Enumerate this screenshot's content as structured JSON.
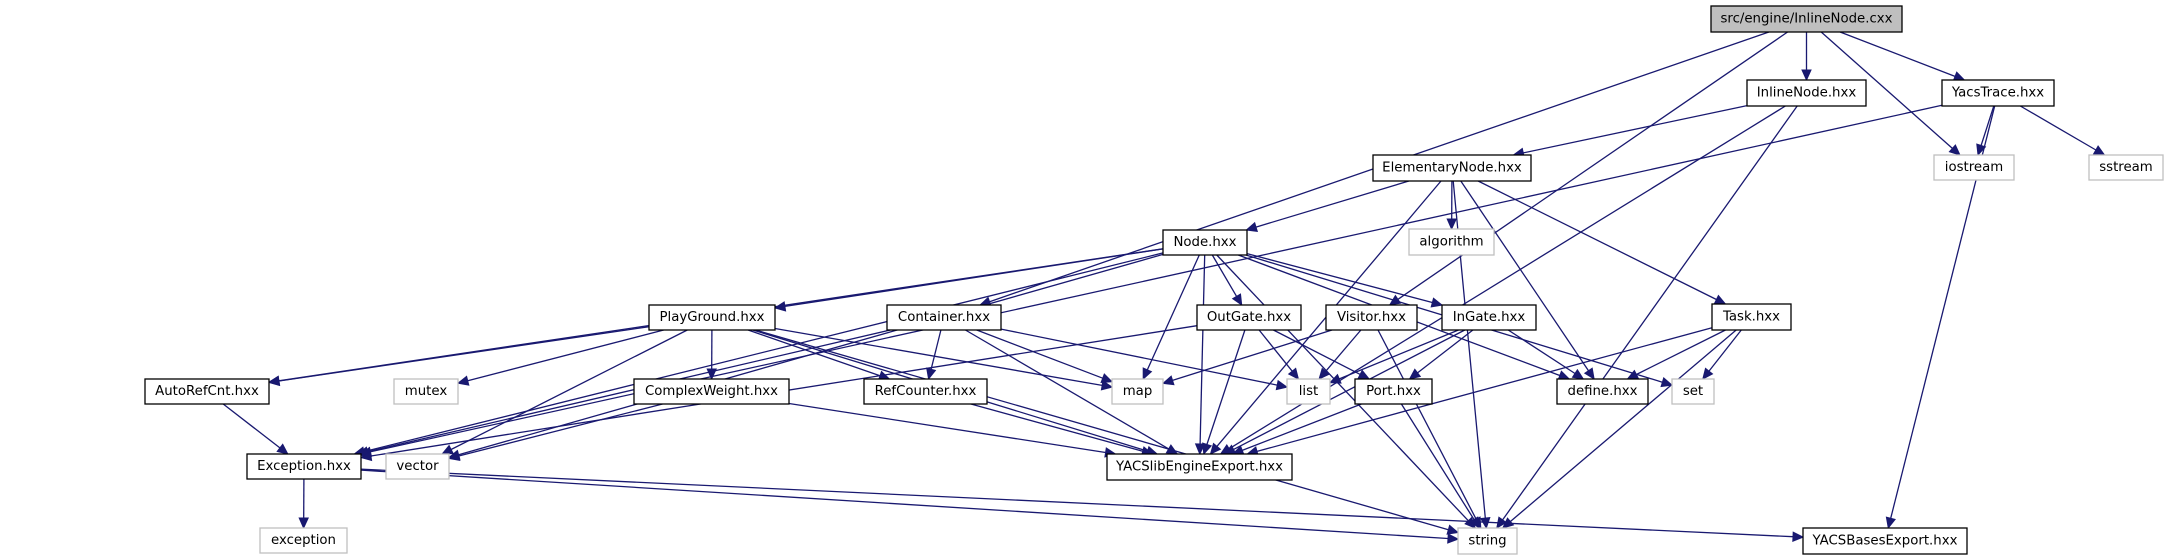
{
  "title": "src/engine/InlineNode.cxx",
  "colors": {
    "edge": "#191970",
    "root_fill": "#bfbfbf",
    "internal_border": "#000000",
    "external_border": "#bfbfbf"
  },
  "nodes": [
    {
      "id": "root",
      "label": "src/engine/InlineNode.cxx",
      "kind": "root"
    },
    {
      "id": "InlineNode",
      "label": "InlineNode.hxx",
      "kind": "internal"
    },
    {
      "id": "YacsTrace",
      "label": "YacsTrace.hxx",
      "kind": "internal"
    },
    {
      "id": "iostream",
      "label": "iostream",
      "kind": "external"
    },
    {
      "id": "sstream",
      "label": "sstream",
      "kind": "external"
    },
    {
      "id": "ElementaryNode",
      "label": "ElementaryNode.hxx",
      "kind": "internal"
    },
    {
      "id": "algorithm",
      "label": "algorithm",
      "kind": "external"
    },
    {
      "id": "Node",
      "label": "Node.hxx",
      "kind": "internal"
    },
    {
      "id": "PlayGround",
      "label": "PlayGround.hxx",
      "kind": "internal"
    },
    {
      "id": "Container",
      "label": "Container.hxx",
      "kind": "internal"
    },
    {
      "id": "OutGate",
      "label": "OutGate.hxx",
      "kind": "internal"
    },
    {
      "id": "Visitor",
      "label": "Visitor.hxx",
      "kind": "internal"
    },
    {
      "id": "InGate",
      "label": "InGate.hxx",
      "kind": "internal"
    },
    {
      "id": "Task",
      "label": "Task.hxx",
      "kind": "internal"
    },
    {
      "id": "AutoRefCnt",
      "label": "AutoRefCnt.hxx",
      "kind": "internal"
    },
    {
      "id": "mutex",
      "label": "mutex",
      "kind": "external"
    },
    {
      "id": "ComplexWeight",
      "label": "ComplexWeight.hxx",
      "kind": "internal"
    },
    {
      "id": "RefCounter",
      "label": "RefCounter.hxx",
      "kind": "internal"
    },
    {
      "id": "map",
      "label": "map",
      "kind": "external"
    },
    {
      "id": "list",
      "label": "list",
      "kind": "external"
    },
    {
      "id": "Port",
      "label": "Port.hxx",
      "kind": "internal"
    },
    {
      "id": "define",
      "label": "define.hxx",
      "kind": "internal"
    },
    {
      "id": "set",
      "label": "set",
      "kind": "external"
    },
    {
      "id": "Exception",
      "label": "Exception.hxx",
      "kind": "internal"
    },
    {
      "id": "vector",
      "label": "vector",
      "kind": "external"
    },
    {
      "id": "YACSlibEngineExport",
      "label": "YACSlibEngineExport.hxx",
      "kind": "internal"
    },
    {
      "id": "exception",
      "label": "exception",
      "kind": "external"
    },
    {
      "id": "string",
      "label": "string",
      "kind": "external"
    },
    {
      "id": "YACSBasesExport",
      "label": "YACSBasesExport.hxx",
      "kind": "internal"
    }
  ],
  "edges": [
    [
      "root",
      "InlineNode"
    ],
    [
      "root",
      "YacsTrace"
    ],
    [
      "root",
      "iostream"
    ],
    [
      "root",
      "Container"
    ],
    [
      "root",
      "Visitor"
    ],
    [
      "InlineNode",
      "ElementaryNode"
    ],
    [
      "InlineNode",
      "YACSlibEngineExport"
    ],
    [
      "InlineNode",
      "string"
    ],
    [
      "YacsTrace",
      "iostream"
    ],
    [
      "YacsTrace",
      "sstream"
    ],
    [
      "YacsTrace",
      "Exception"
    ],
    [
      "YacsTrace",
      "YACSBasesExport"
    ],
    [
      "ElementaryNode",
      "algorithm"
    ],
    [
      "ElementaryNode",
      "Node"
    ],
    [
      "ElementaryNode",
      "Task"
    ],
    [
      "ElementaryNode",
      "define"
    ],
    [
      "ElementaryNode",
      "YACSlibEngineExport"
    ],
    [
      "ElementaryNode",
      "string"
    ],
    [
      "Node",
      "PlayGround"
    ],
    [
      "Node",
      "OutGate"
    ],
    [
      "Node",
      "InGate"
    ],
    [
      "Node",
      "AutoRefCnt"
    ],
    [
      "Node",
      "Exception"
    ],
    [
      "Node",
      "vector"
    ],
    [
      "Node",
      "map"
    ],
    [
      "Node",
      "YACSlibEngineExport"
    ],
    [
      "Node",
      "define"
    ],
    [
      "Node",
      "set"
    ],
    [
      "Node",
      "string"
    ],
    [
      "PlayGround",
      "AutoRefCnt"
    ],
    [
      "PlayGround",
      "mutex"
    ],
    [
      "PlayGround",
      "ComplexWeight"
    ],
    [
      "PlayGround",
      "RefCounter"
    ],
    [
      "PlayGround",
      "map"
    ],
    [
      "PlayGround",
      "vector"
    ],
    [
      "PlayGround",
      "YACSlibEngineExport"
    ],
    [
      "PlayGround",
      "string"
    ],
    [
      "Container",
      "RefCounter"
    ],
    [
      "Container",
      "map"
    ],
    [
      "Container",
      "list"
    ],
    [
      "Container",
      "Exception"
    ],
    [
      "Container",
      "YACSlibEngineExport"
    ],
    [
      "OutGate",
      "list"
    ],
    [
      "OutGate",
      "Port"
    ],
    [
      "OutGate",
      "YACSlibEngineExport"
    ],
    [
      "OutGate",
      "Exception"
    ],
    [
      "Visitor",
      "map"
    ],
    [
      "Visitor",
      "list"
    ],
    [
      "Visitor",
      "string"
    ],
    [
      "InGate",
      "list"
    ],
    [
      "InGate",
      "Port"
    ],
    [
      "InGate",
      "define"
    ],
    [
      "InGate",
      "YACSlibEngineExport"
    ],
    [
      "Task",
      "define"
    ],
    [
      "Task",
      "set"
    ],
    [
      "Task",
      "YACSlibEngineExport"
    ],
    [
      "Task",
      "string"
    ],
    [
      "AutoRefCnt",
      "Exception"
    ],
    [
      "ComplexWeight",
      "vector"
    ],
    [
      "ComplexWeight",
      "YACSlibEngineExport"
    ],
    [
      "RefCounter",
      "YACSlibEngineExport"
    ],
    [
      "Port",
      "YACSlibEngineExport"
    ],
    [
      "Port",
      "string"
    ],
    [
      "Exception",
      "exception"
    ],
    [
      "Exception",
      "string"
    ],
    [
      "Exception",
      "YACSBasesExport"
    ]
  ]
}
